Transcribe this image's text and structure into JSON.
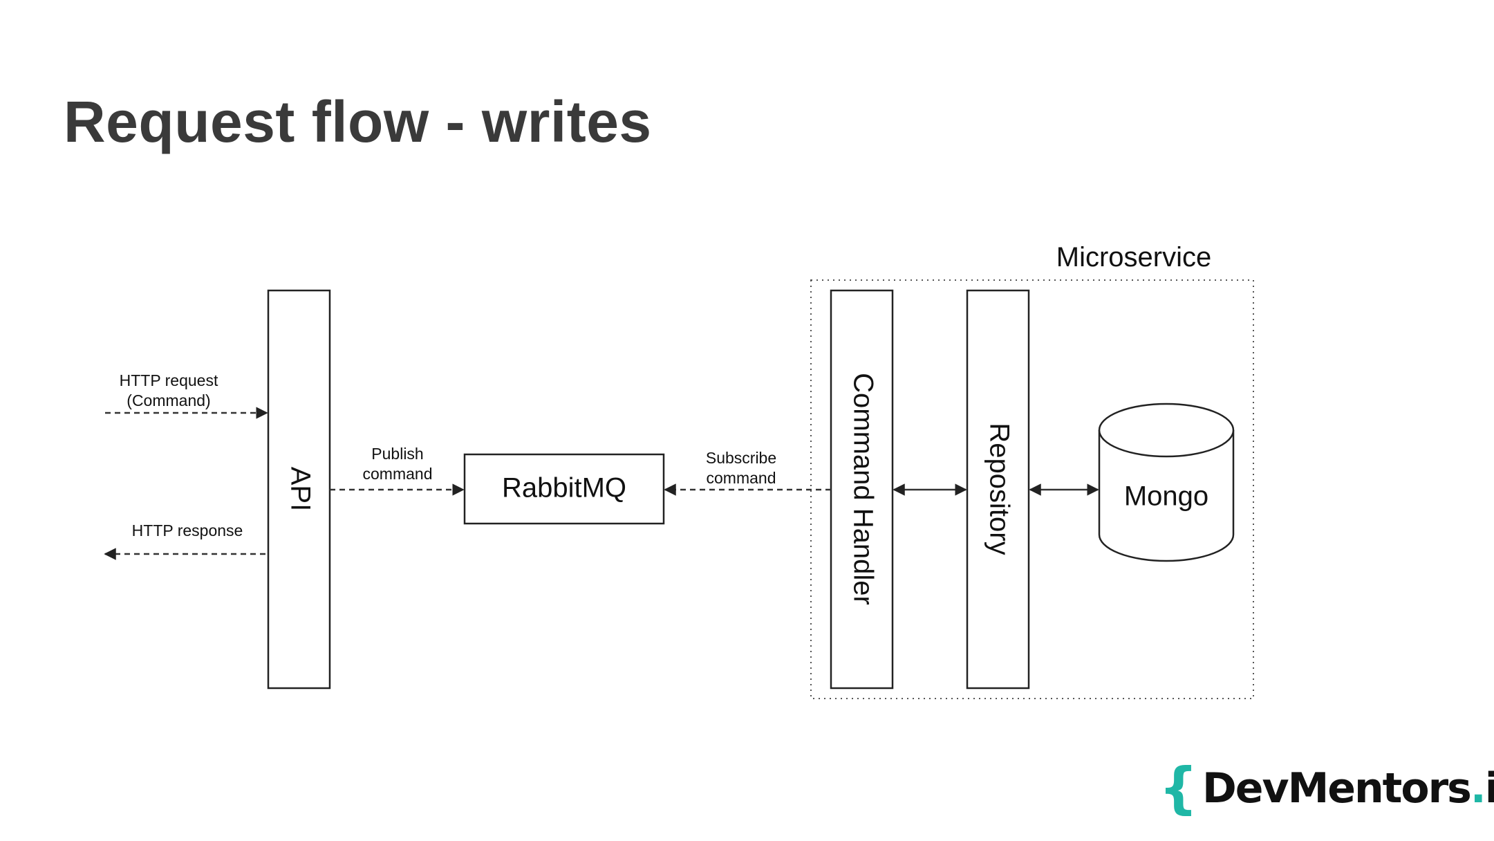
{
  "slide": {
    "title": "Request flow - writes"
  },
  "diagram": {
    "group_label": "Microservice",
    "nodes": {
      "api": "API",
      "rabbitmq": "RabbitMQ",
      "command_handler": "Command Handler",
      "repository": "Repository",
      "mongo": "Mongo"
    },
    "edges": {
      "http_request_line1": "HTTP request",
      "http_request_line2": "(Command)",
      "http_response": "HTTP response",
      "publish_line1": "Publish",
      "publish_line2": "command",
      "subscribe_line1": "Subscribe",
      "subscribe_line2": "command"
    }
  },
  "logo": {
    "open_brace": "{",
    "name_part1": "DevMentors",
    "name_dot": ".",
    "name_part2": "io",
    "close_brace": "}"
  }
}
